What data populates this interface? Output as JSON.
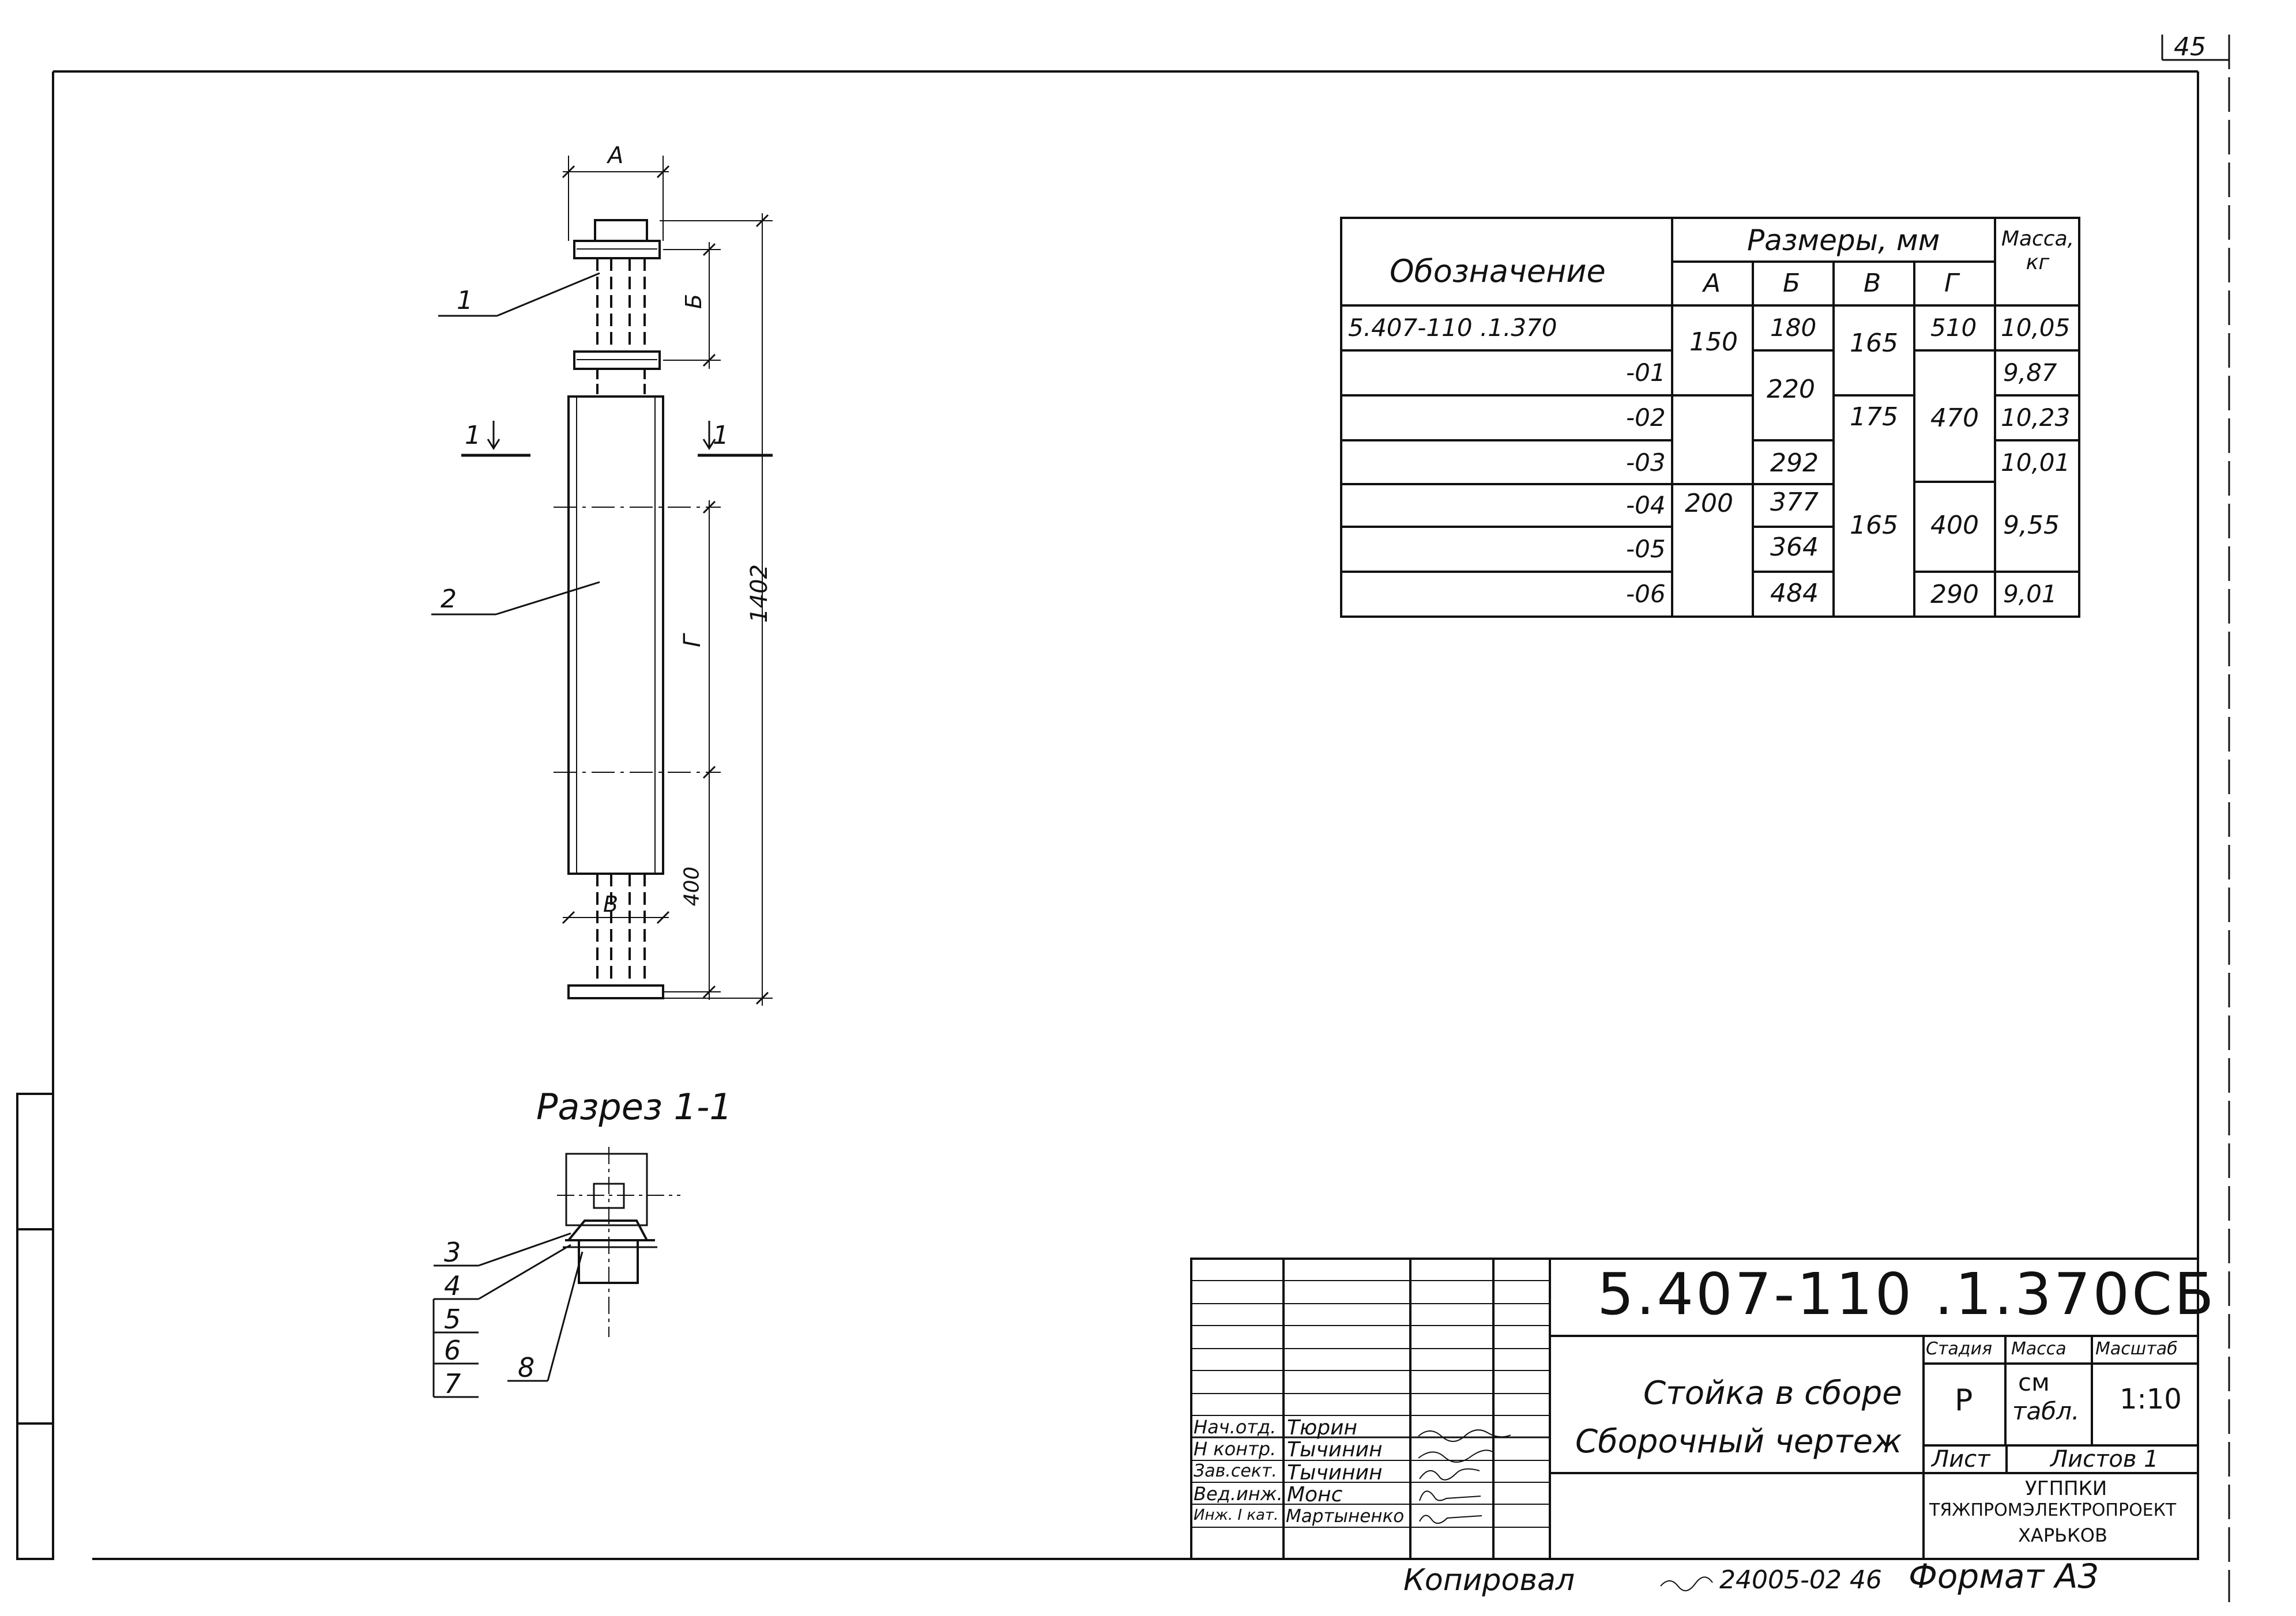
{
  "page_number": "45",
  "drawing": {
    "dim_a": "А",
    "dim_b": "Б",
    "dim_v": "В",
    "dim_g": "Г",
    "dim_total": "1402",
    "dim_400": "400",
    "section_mark_left": "1",
    "section_mark_right": "1",
    "callouts": [
      "1",
      "2",
      "3",
      "4",
      "5",
      "6",
      "7",
      "8"
    ],
    "section_title": "Разрез 1-1"
  },
  "table": {
    "header_designation": "Обозначение",
    "header_sizes": "Размеры, мм",
    "header_mass": "Масса, кг",
    "col_a": "А",
    "col_b": "Б",
    "col_v": "В",
    "col_g": "Г",
    "rows": [
      {
        "designation": "5.407-110 .1.370",
        "b": "180",
        "mass": "10,05"
      },
      {
        "designation": "-01",
        "mass": "9,87"
      },
      {
        "designation": "-02",
        "mass": "10,23"
      },
      {
        "designation": "-03",
        "b": "292",
        "mass": "10,01"
      },
      {
        "designation": "-04",
        "b": "377",
        "mass": "9,55"
      },
      {
        "designation": "-05",
        "b": "364"
      },
      {
        "designation": "-06",
        "b": "484",
        "mass": "9,01"
      }
    ],
    "merged": {
      "a_150": "150",
      "a_200": "200",
      "b_220": "220",
      "v_165_top": "165",
      "v_175": "175",
      "v_165_bottom": "165",
      "g_510": "510",
      "g_470": "470",
      "g_400": "400",
      "g_290": "290"
    }
  },
  "title_block": {
    "doc_code": "5.407-110 .1.370СБ",
    "title_line1": "Стойка в сборе",
    "title_line2": "Сборочный чертеж",
    "stage_label": "Стадия",
    "mass_label": "Масса",
    "scale_label": "Масштаб",
    "stage_value": "Р",
    "mass_value_line1": "см",
    "mass_value_line2": "табл.",
    "scale_value": "1:10",
    "sheet_label": "Лист",
    "sheets_label": "Листов 1",
    "org_line1": "УГППКИ",
    "org_line2": "ТЯЖПРОМЭЛЕКТРОПРОЕКТ",
    "org_line3": "ХАРЬКОВ",
    "signers": [
      {
        "role": "Нач.отд.",
        "name": "Тюрин"
      },
      {
        "role": "Н контр.",
        "name": "Тычинин"
      },
      {
        "role": "Зав.сект.",
        "name": "Тычинин"
      },
      {
        "role": "Вед.инж.",
        "name": "Монс"
      },
      {
        "role": "Инж. I кат.",
        "name": "Мартыненко"
      }
    ]
  },
  "footer": {
    "copied": "Копировал",
    "order_number": "24005-02 46",
    "format": "Формат А3"
  }
}
